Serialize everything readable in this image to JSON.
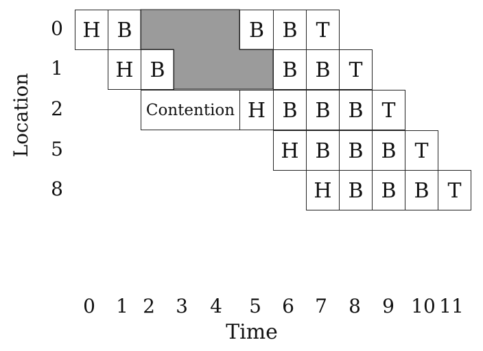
{
  "axis": {
    "y_label": "Location",
    "x_label": "Time",
    "time_ticks": [
      "0",
      "1",
      "2",
      "3",
      "4",
      "5",
      "6",
      "7",
      "8",
      "9",
      "10",
      "11"
    ],
    "location_labels": [
      "0",
      "1",
      "2",
      "5",
      "8"
    ]
  },
  "contention_label": "Contention",
  "colors": {
    "cell_border": "#222222",
    "shade": "#9b9b9b",
    "text": "#111111"
  },
  "rows": [
    {
      "location": "0",
      "cells": [
        {
          "t": 0,
          "label": "H"
        },
        {
          "t": 1,
          "label": "B"
        },
        {
          "t": 5,
          "label": "B"
        },
        {
          "t": 6,
          "label": "B"
        },
        {
          "t": 7,
          "label": "T"
        }
      ]
    },
    {
      "location": "1",
      "cells": [
        {
          "t": 1,
          "label": "H"
        },
        {
          "t": 2,
          "label": "B"
        },
        {
          "t": 6,
          "label": "B"
        },
        {
          "t": 7,
          "label": "B"
        },
        {
          "t": 8,
          "label": "T"
        }
      ]
    },
    {
      "location": "2",
      "cells": [
        {
          "t": 5,
          "label": "H"
        },
        {
          "t": 6,
          "label": "B"
        },
        {
          "t": 7,
          "label": "B"
        },
        {
          "t": 8,
          "label": "B"
        },
        {
          "t": 9,
          "label": "T"
        }
      ]
    },
    {
      "location": "5",
      "cells": [
        {
          "t": 6,
          "label": "H"
        },
        {
          "t": 7,
          "label": "B"
        },
        {
          "t": 8,
          "label": "B"
        },
        {
          "t": 9,
          "label": "B"
        },
        {
          "t": 10,
          "label": "T"
        }
      ]
    },
    {
      "location": "8",
      "cells": [
        {
          "t": 7,
          "label": "H"
        },
        {
          "t": 8,
          "label": "B"
        },
        {
          "t": 9,
          "label": "B"
        },
        {
          "t": 10,
          "label": "B"
        },
        {
          "t": 11,
          "label": "T"
        }
      ]
    }
  ],
  "shaded_regions": [
    {
      "row": 0,
      "t_start": 2,
      "t_end": 5
    },
    {
      "row": 1,
      "t_start": 3,
      "t_end": 6
    }
  ],
  "contention_cell": {
    "row": 2,
    "t_start": 2,
    "t_end": 5
  }
}
